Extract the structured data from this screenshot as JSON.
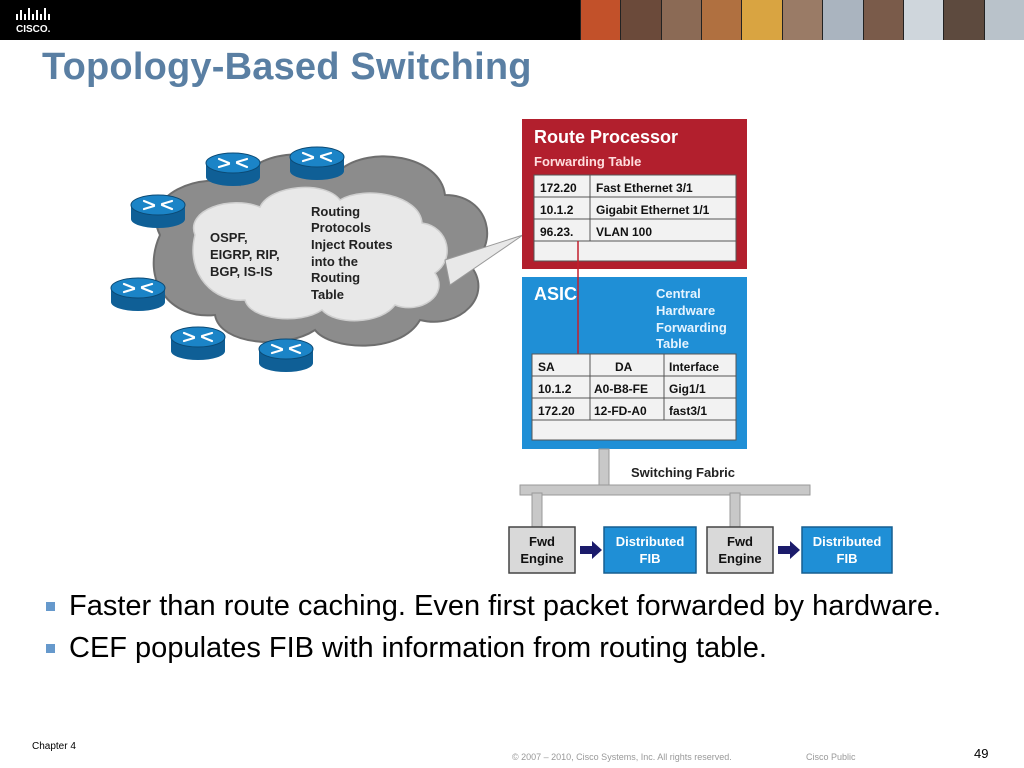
{
  "slide": {
    "logo_text": "CISCO.",
    "title": "Topology-Based Switching",
    "bullets": [
      "Faster than route caching. Even first packet forwarded by hardware.",
      "CEF populates FIB with information from routing table."
    ],
    "footer": {
      "chapter": "Chapter 4",
      "copyright": "© 2007 – 2010, Cisco Systems, Inc. All rights reserved.",
      "classification": "Cisco Public",
      "page": "49"
    }
  },
  "diagram": {
    "cloud": {
      "protocols": [
        "OSPF,",
        "EIGRP, RIP,",
        "BGP, IS-IS"
      ],
      "note": [
        "Routing",
        "Protocols",
        "Inject Routes",
        "into the",
        "Routing",
        "Table"
      ]
    },
    "route_processor": {
      "title": "Route Processor",
      "subtitle": "Forwarding Table",
      "rows": [
        [
          "172.20",
          "Fast Ethernet 3/1"
        ],
        [
          "10.1.2",
          "Gigabit Ethernet 1/1"
        ],
        [
          "96.23.",
          "VLAN 100"
        ]
      ]
    },
    "asic": {
      "title": "ASIC",
      "caption": [
        "Central",
        "Hardware",
        "Forwarding",
        "Table"
      ],
      "headers": [
        "SA",
        "DA",
        "Interface"
      ],
      "rows": [
        [
          "10.1.2",
          "A0-B8-FE",
          "Gig1/1"
        ],
        [
          "172.20",
          "12-FD-A0",
          "fast3/1"
        ]
      ]
    },
    "fabric_label": "Switching Fabric",
    "bottom": [
      [
        "Fwd",
        "Engine"
      ],
      [
        "Distributed",
        "FIB"
      ],
      [
        "Fwd",
        "Engine"
      ],
      [
        "Distributed",
        "FIB"
      ]
    ],
    "colors": {
      "route_processor": "#b21f2d",
      "asic": "#1f8fd6",
      "title": "#5a7fa3",
      "router": "#1b84c7"
    }
  }
}
